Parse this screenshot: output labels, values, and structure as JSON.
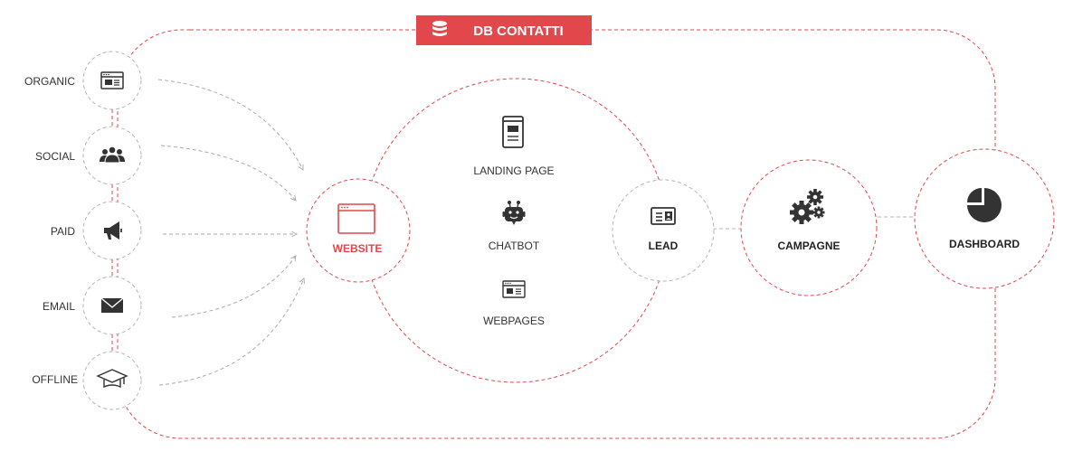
{
  "header": {
    "title": "DB CONTATTI"
  },
  "sources": [
    {
      "label": "ORGANIC",
      "icon": "browser-icon"
    },
    {
      "label": "SOCIAL",
      "icon": "people-icon"
    },
    {
      "label": "PAID",
      "icon": "megaphone-icon"
    },
    {
      "label": "EMAIL",
      "icon": "envelope-icon"
    },
    {
      "label": "OFFLINE",
      "icon": "graduation-cap-icon"
    }
  ],
  "website": {
    "label": "WEBSITE",
    "icon": "browser-window-icon"
  },
  "channels": [
    {
      "label": "LANDING PAGE",
      "icon": "mobile-page-icon"
    },
    {
      "label": "CHATBOT",
      "icon": "robot-icon"
    },
    {
      "label": "WEBPAGES",
      "icon": "webpage-icon"
    }
  ],
  "lead": {
    "label": "LEAD",
    "icon": "contact-card-icon"
  },
  "campagne": {
    "label": "CAMPAGNE",
    "icon": "gears-icon"
  },
  "dashboard": {
    "label": "DASHBOARD",
    "icon": "pie-chart-icon"
  },
  "colors": {
    "accent": "#e2474b",
    "icon": "#333333",
    "dashed_grey": "#b5b5b5"
  }
}
